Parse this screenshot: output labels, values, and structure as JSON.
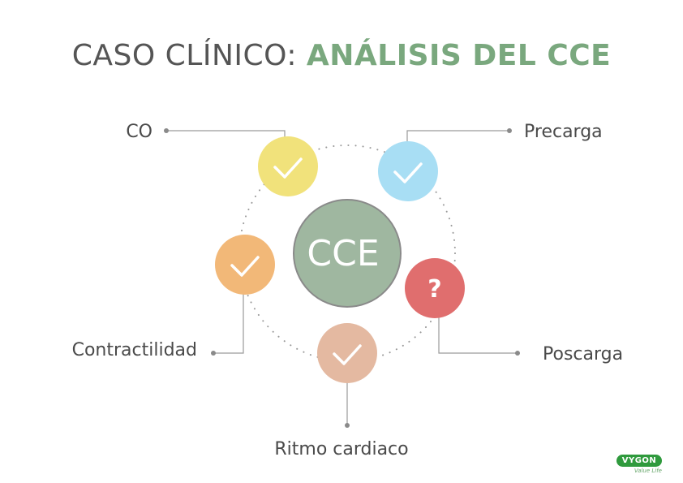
{
  "title": {
    "prefix": "CASO CLÍNICO: ",
    "highlight": "ANÁLISIS DEL CCE"
  },
  "center": {
    "label": "CCE",
    "color": "#9fb7a0"
  },
  "nodes": [
    {
      "label": "CO",
      "status": "check",
      "color": "#f1e27b"
    },
    {
      "label": "Precarga",
      "status": "check",
      "color": "#a8def4"
    },
    {
      "label": "Contractilidad",
      "status": "check",
      "color": "#f2b878"
    },
    {
      "label": "Poscarga",
      "status": "question",
      "status_text": "?",
      "color": "#e06e6e"
    },
    {
      "label": "Ritmo cardiaco",
      "status": "check",
      "color": "#e4b9a1"
    }
  ],
  "logo": {
    "brand": "VYGON",
    "tagline": "Value Life"
  }
}
